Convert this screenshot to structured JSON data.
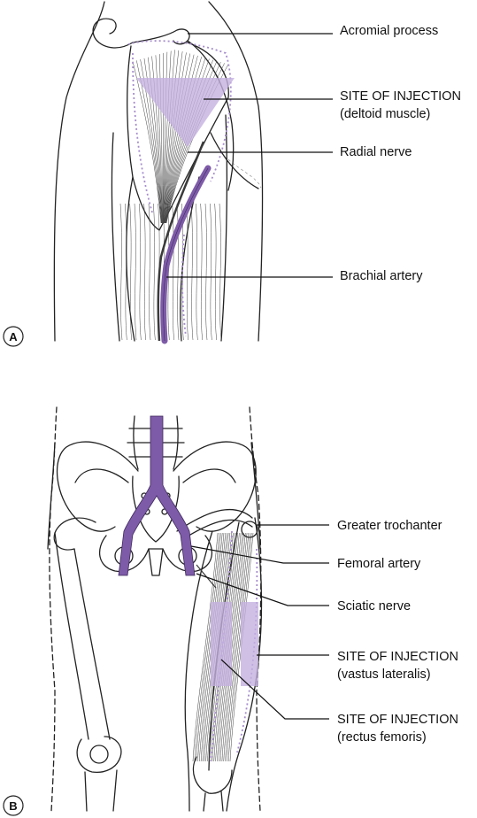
{
  "panels": [
    {
      "letter": "A",
      "labels": [
        {
          "line1": "Acromial process"
        },
        {
          "line1": "SITE OF INJECTION",
          "line2": "(deltoid muscle)"
        },
        {
          "line1": "Radial nerve"
        },
        {
          "line1": "Brachial artery"
        }
      ]
    },
    {
      "letter": "B",
      "labels": [
        {
          "line1": "Greater trochanter"
        },
        {
          "line1": "Femoral artery"
        },
        {
          "line1": "Sciatic nerve"
        },
        {
          "line1": "SITE OF INJECTION",
          "line2": "(vastus lateralis)"
        },
        {
          "line1": "SITE OF INJECTION",
          "line2": "(rectus femoris)"
        }
      ]
    }
  ],
  "colors": {
    "highlight": "#c4b0e0",
    "vessel": "#7e5ba8",
    "outline": "#222222"
  }
}
